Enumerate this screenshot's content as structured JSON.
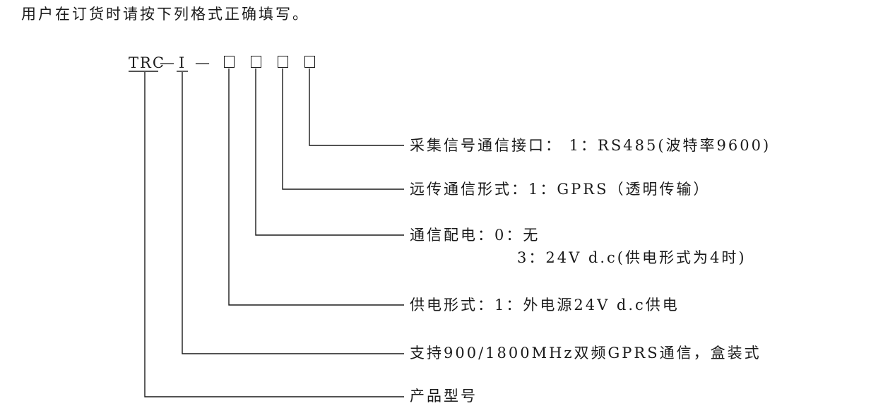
{
  "intro": "用户在订货时请按下列格式正确填写。",
  "code": {
    "prefix": "TRC",
    "dash1": "—",
    "series": "I",
    "dash2": "—"
  },
  "fields": [
    {
      "name": "interface",
      "text": "采集信号通信接口： 1：RS485(波特率9600)"
    },
    {
      "name": "remote",
      "text": "远传通信形式：1：GPRS（透明传输）"
    },
    {
      "name": "power-dist",
      "text": "通信配电：0：无",
      "text2": "3：24V d.c(供电形式为4时)"
    },
    {
      "name": "power-supply",
      "text": "供电形式：1：外电源24V d.c供电"
    },
    {
      "name": "support",
      "text": "支持900/1800MHz双频GPRS通信，盒装式"
    },
    {
      "name": "model",
      "text": "产品型号"
    }
  ]
}
